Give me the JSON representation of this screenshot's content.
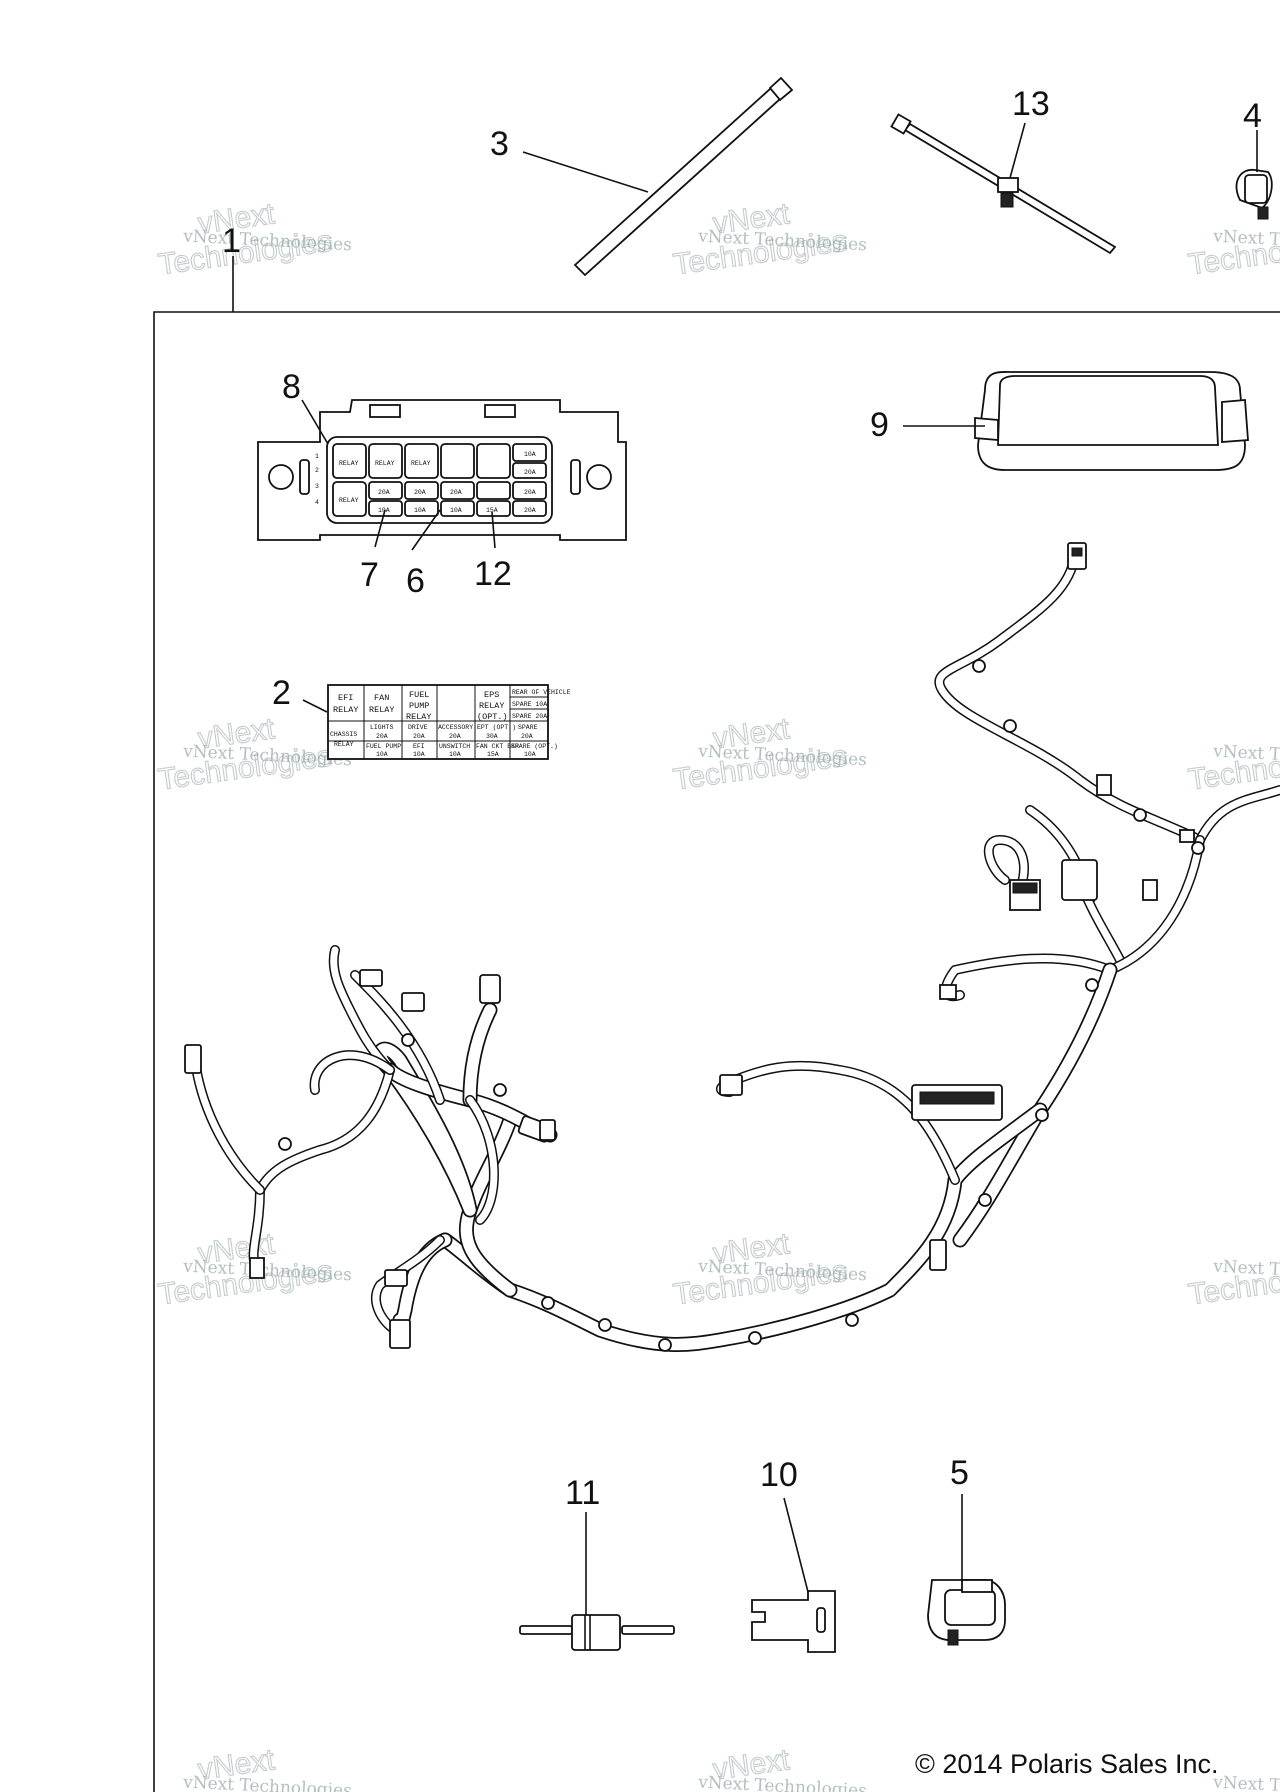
{
  "callouts": {
    "c1": "1",
    "c2": "2",
    "c3": "3",
    "c4": "4",
    "c5": "5",
    "c6": "6",
    "c7": "7",
    "c8": "8",
    "c9": "9",
    "c10": "10",
    "c11": "11",
    "c12": "12",
    "c13": "13"
  },
  "watermark": {
    "line1": "vNext Technologies",
    "line2": "Technologies",
    "line0": "vNext"
  },
  "fuse_label": {
    "efi_relay_1": "EFI",
    "efi_relay_2": "RELAY",
    "fan_relay_1": "FAN",
    "fan_relay_2": "RELAY",
    "fuel_relay_1": "FUEL",
    "fuel_relay_2": "PUMP",
    "fuel_relay_3": "RELAY",
    "eps_relay_1": "EPS",
    "eps_relay_2": "RELAY",
    "eps_relay_3": "(OPT.)",
    "rear_of_vehicle": "REAR OF VEHICLE",
    "spare_10a": "SPARE 10A",
    "spare_20a": "SPARE 20A",
    "chassis_relay_1": "CHASSIS",
    "chassis_relay_2": "RELAY",
    "lights_1": "LIGHTS",
    "lights_2": "20A",
    "drive_1": "DRIVE",
    "drive_2": "20A",
    "accessory_1": "ACCESSORY",
    "accessory_2": "20A",
    "eps_opt_1": "EPT (OPT.)",
    "eps_opt_2": "30A",
    "spare2_1": "SPARE",
    "spare2_2": "20A",
    "fuel_pump_1": "FUEL PUMP",
    "fuel_pump_2": "10A",
    "efi_1": "EFI",
    "efi_2": "10A",
    "unswitch_1": "UNSWITCH",
    "unswitch_2": "10A",
    "fan_ckt_1": "FAN CKT BKR",
    "fan_ckt_2": "15A",
    "spare_opt_1": "SPARE (OPT.)",
    "spare_opt_2": "10A"
  },
  "fuse_box": {
    "cells_top": [
      "RELAY",
      "RELAY",
      "RELAY"
    ],
    "cells_mid": [
      "RELAY",
      "20A",
      "20A",
      "20A"
    ],
    "cells_bot": [
      "10A",
      "10A",
      "10A",
      "15A",
      "20A"
    ],
    "right_col": [
      "10A",
      "20A",
      "20A"
    ],
    "side_nums": [
      "1",
      "2",
      "3",
      "4"
    ]
  },
  "copyright": "© 2014 Polaris Sales Inc."
}
